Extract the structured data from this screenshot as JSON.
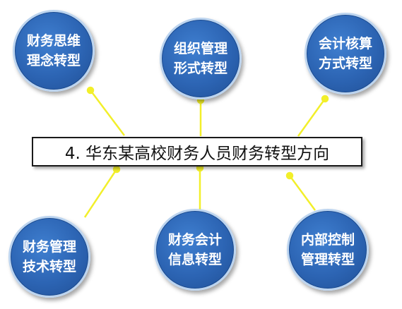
{
  "center": {
    "title": "4. 华东某高校财务人员财务转型方向"
  },
  "nodes": [
    {
      "id": "finance-thinking",
      "line1": "财务思维",
      "line2": "理念转型"
    },
    {
      "id": "organization-mgmt",
      "line1": "组织管理",
      "line2": "形式转型"
    },
    {
      "id": "accounting",
      "line1": "会计核算",
      "line2": "方式转型"
    },
    {
      "id": "finance-mgmt-tech",
      "line1": "财务管理",
      "line2": "技术转型"
    },
    {
      "id": "finance-info",
      "line1": "财务会计",
      "line2": "信息转型"
    },
    {
      "id": "internal-control",
      "line1": "内部控制",
      "line2": "管理转型"
    }
  ],
  "colors": {
    "node_fill": "#2c64b3",
    "node_border": "#bcd4ef",
    "connector": "#f2ef2a"
  }
}
